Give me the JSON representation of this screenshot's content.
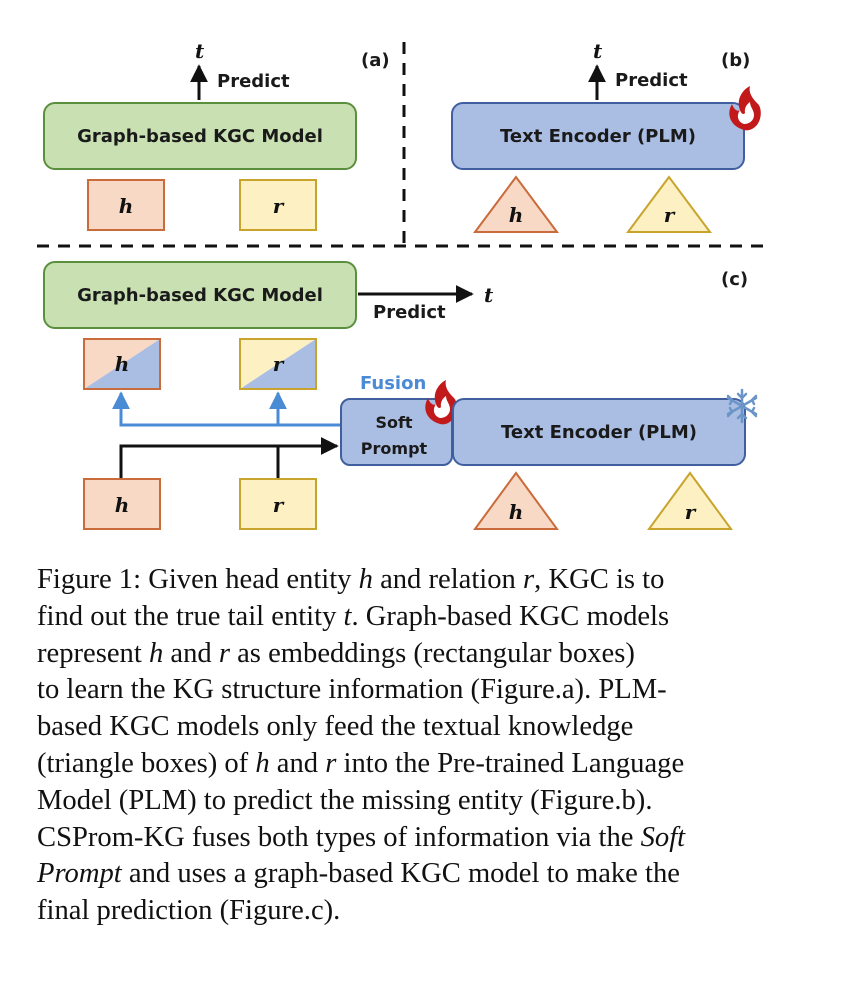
{
  "panels": {
    "a": {
      "label": "(a)",
      "model": "Graph-based KGC Model",
      "predict": "Predict",
      "output": "t",
      "head": "h",
      "relation": "r"
    },
    "b": {
      "label": "(b)",
      "model": "Text Encoder (PLM)",
      "predict": "Predict",
      "output": "t",
      "head": "h",
      "relation": "r"
    },
    "c": {
      "label": "(c)",
      "model": "Graph-based KGC Model",
      "predict": "Predict",
      "output": "t",
      "fused_head": "h",
      "fused_relation": "r",
      "fusion": "Fusion",
      "soft_prompt_line1": "Soft",
      "soft_prompt_line2": "Prompt",
      "encoder": "Text Encoder (PLM)",
      "head": "h",
      "relation": "r",
      "text_head": "h",
      "text_relation": "r"
    }
  },
  "colors": {
    "graph_model_fill": "#c9e0b3",
    "graph_model_stroke": "#5a8f3e",
    "encoder_fill": "#aabde3",
    "encoder_stroke": "#3f5f9f",
    "head_fill": "#f8d9c6",
    "head_stroke": "#c96b3a",
    "relation_fill": "#fdf0c2",
    "relation_stroke": "#c9a42d",
    "fusion_blue": "#4a8bd6",
    "flame": "#c21a1a"
  },
  "caption": {
    "lines": [
      "Figure 1: Given head entity <i>h</i> and relation <i>r</i>, KGC is to",
      "find out the true tail entity <i>t</i>. Graph-based KGC models",
      "represent <i>h</i> and <i>r</i> as embeddings (rectangular boxes)",
      "to learn the KG structure information (Figure.a). PLM-",
      "based KGC models only feed the textual knowledge",
      "(triangle boxes) of <i>h</i> and <i>r</i> into the Pre-trained Language",
      "Model (PLM) to predict the missing entity (Figure.b).",
      "CSProm-KG fuses both types of information via the <i>Soft</i>",
      "<i>Prompt</i> and uses a graph-based KGC model to make the",
      "final prediction (Figure.c)."
    ]
  }
}
